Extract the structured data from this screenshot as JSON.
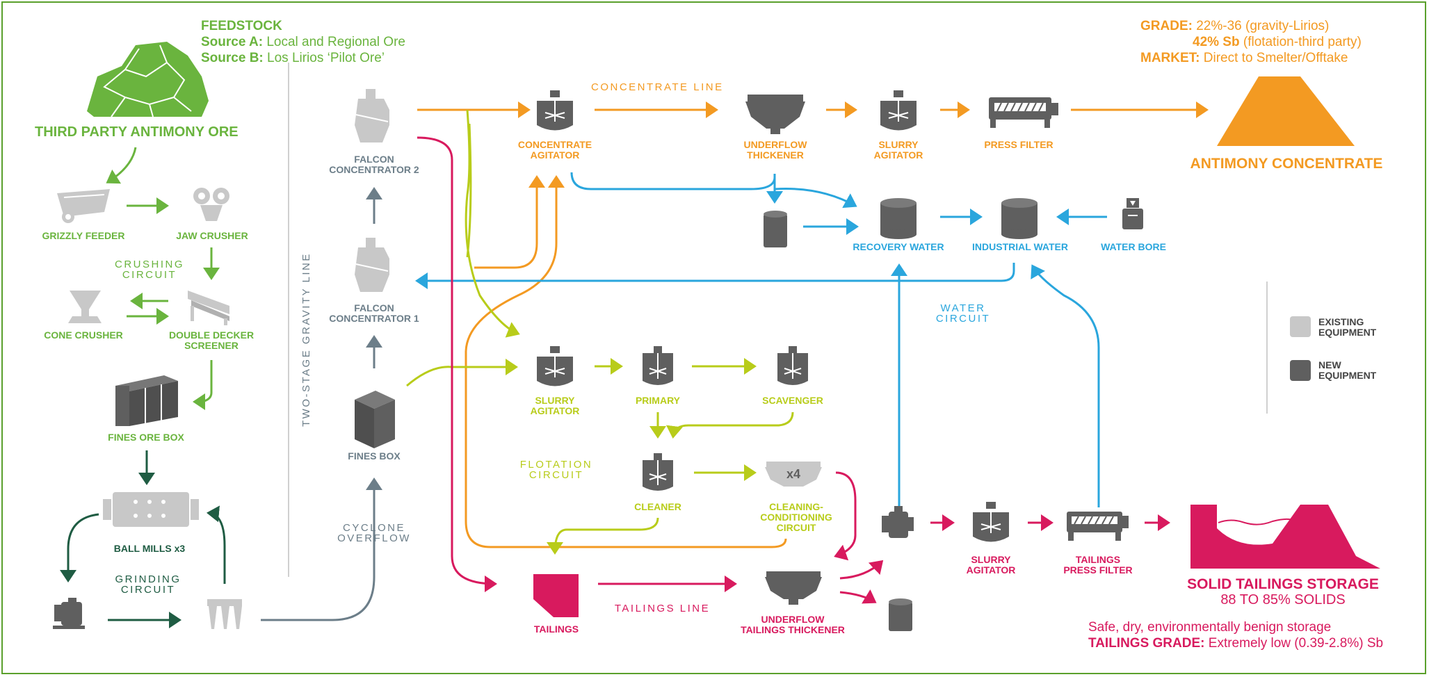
{
  "feedstock": {
    "heading": "FEEDSTOCK",
    "source_a_label": "Source A:",
    "source_a_value": "Local and Regional Ore",
    "source_b_label": "Source B:",
    "source_b_value": "Los Lirios ‘Pilot Ore’"
  },
  "grade_info": {
    "grade_label": "GRADE:",
    "grade_value": "22%-36 (gravity-Lirios)",
    "grade2_bold": "42% Sb",
    "grade2_value": "(flotation-third party)",
    "market_label": "MARKET:",
    "market_value": "Direct to Smelter/Offtake"
  },
  "labels": {
    "third_party_ore": "THIRD PARTY ANTIMONY ORE",
    "grizzly_feeder": "GRIZZLY FEEDER",
    "jaw_crusher": "JAW CRUSHER",
    "crushing_circuit_1": "CRUSHING",
    "crushing_circuit_2": "CIRCUIT",
    "cone_crusher": "CONE CRUSHER",
    "double_decker_1": "DOUBLE DECKER",
    "double_decker_2": "SCREENER",
    "fines_ore_box": "FINES ORE BOX",
    "ball_mills": "BALL MILLS x3",
    "grinding_circuit_1": "GRINDING",
    "grinding_circuit_2": "CIRCUIT",
    "two_stage_gravity": "TWO-STAGE GRAVITY LINE",
    "falcon2_1": "FALCON",
    "falcon2_2": "CONCENTRATOR 2",
    "falcon1_1": "FALCON",
    "falcon1_2": "CONCENTRATOR 1",
    "fines_box": "FINES BOX",
    "cyclone_1": "CYCLONE",
    "cyclone_2": "OVERFLOW",
    "concentrate_line": "CONCENTRATE LINE",
    "conc_agitator_1": "CONCENTRATE",
    "conc_agitator_2": "AGITATOR",
    "underflow_thickener_1": "UNDERFLOW",
    "underflow_thickener_2": "THICKENER",
    "slurry_agitator_top_1": "SLURRY",
    "slurry_agitator_top_2": "AGITATOR",
    "press_filter": "PRESS FILTER",
    "antimony_concentrate": "ANTIMONY CONCENTRATE",
    "recovery_water": "RECOVERY WATER",
    "industrial_water": "INDUSTRIAL WATER",
    "water_bore": "WATER BORE",
    "water_circuit_1": "WATER",
    "water_circuit_2": "CIRCUIT",
    "slurry_agitator_mid_1": "SLURRY",
    "slurry_agitator_mid_2": "AGITATOR",
    "primary": "PRIMARY",
    "scavenger": "SCAVENGER",
    "flotation_circuit_1": "FLOTATION",
    "flotation_circuit_2": "CIRCUIT",
    "cleaner": "CLEANER",
    "x4": "x4",
    "cleaning_cond_1": "CLEANING-",
    "cleaning_cond_2": "CONDITIONING",
    "cleaning_cond_3": "CIRCUIT",
    "tailings": "TAILINGS",
    "tailings_line": "TAILINGS LINE",
    "underflow_tailings_1": "UNDERFLOW",
    "underflow_tailings_2": "TAILINGS THICKENER",
    "slurry_agitator_bot_1": "SLURRY",
    "slurry_agitator_bot_2": "AGITATOR",
    "tailings_press_1": "TAILINGS",
    "tailings_press_2": "PRESS FILTER",
    "solid_tailings_1": "SOLID TAILINGS STORAGE",
    "solid_tailings_2": "88 TO 85% SOLIDS",
    "safe_storage": "Safe, dry, environmentally benign storage",
    "tailings_grade_label": "TAILINGS GRADE:",
    "tailings_grade_value": "Extremely low (0.39-2.8%) Sb"
  },
  "legend": {
    "existing_1": "EXISTING",
    "existing_2": "EQUIPMENT",
    "new_1": "NEW",
    "new_2": "EQUIPMENT"
  },
  "colors": {
    "green": "#6ab43e",
    "dark_green": "#1f5c43",
    "grey_line": "#6c7e89",
    "orange": "#f39a22",
    "blue": "#2aa6dd",
    "lime": "#b8cc1a",
    "pink": "#d81a5e",
    "existing_equipment": "#c8c8c8",
    "new_equipment": "#5f5f5f"
  }
}
